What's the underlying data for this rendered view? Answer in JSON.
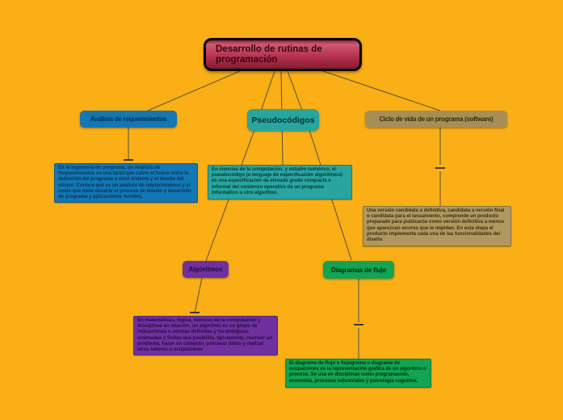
{
  "canvas": {
    "background_color": "#F9AF15",
    "line_color": "#55503f"
  },
  "root": {
    "label": "Desarrollo de rutinas de programación",
    "fill": "#b02c48",
    "border_color": "#000000"
  },
  "nodes": [
    {
      "id": "analisis",
      "label": "Análisis de requerimientos",
      "fill": "#1377B4",
      "desc": "En la Ingeniería de programa, un Análisis de Requerimientos es una tarea que cubre el hueco entre la definición del programa a nivel sistema y el diseño del mismo. Conoce qué es un análisis de requerimientos y el costo que tiene durante el proceso de diseño y desarrollo de programa y aplicaciones móviles."
    },
    {
      "id": "pseudocodigos",
      "label": "Pseudocódigos",
      "fill": "#29A5A0",
      "desc": "En ciencias de la computación, y estudio numérico, el pseudocódigo (o lenguaje de especificación algorítmico) es una especificación de elevado grado compacta e informal del comienzo operativo de un programa informático u otro algoritmo."
    },
    {
      "id": "ciclo-de-vida",
      "label": "Ciclo de vida de un programa (software)",
      "fill": "#A78E55",
      "desc_fill": "#B0985F",
      "desc": "Una versión candidata a definitiva, candidata a versión final o candidata para el lanzamiento, comprende un producto preparado para publicarse como versión definitiva a menos que aparezcan errores que lo impidan. En esta etapa el producto implementa cada una de las funcionalidades del diseño"
    },
    {
      "id": "algoritmos",
      "label": "Algoritmos",
      "fill": "#7030A0",
      "desc": "En matemáticas, lógica, ciencias de la computación y disciplinas en relación, un algoritmo es un grupo de indicaciones o normas definidas y no-ambiguas, ordenadas y finitas que posibilita, típicamente, resolver un problema, hacer un cómputo, procesar datos y realizar otras labores u ocupaciones"
    },
    {
      "id": "diagramas-de-flujo",
      "label": "Diagramas de flujo",
      "fill": "#12A452",
      "desc": "El diagrama de flujo o flujograma o diagrama de ocupaciones es la representación gráfica de un algoritmo o proceso. Se usa en disciplinas como programación, economía, procesos industriales y psicología cognitiva."
    }
  ]
}
